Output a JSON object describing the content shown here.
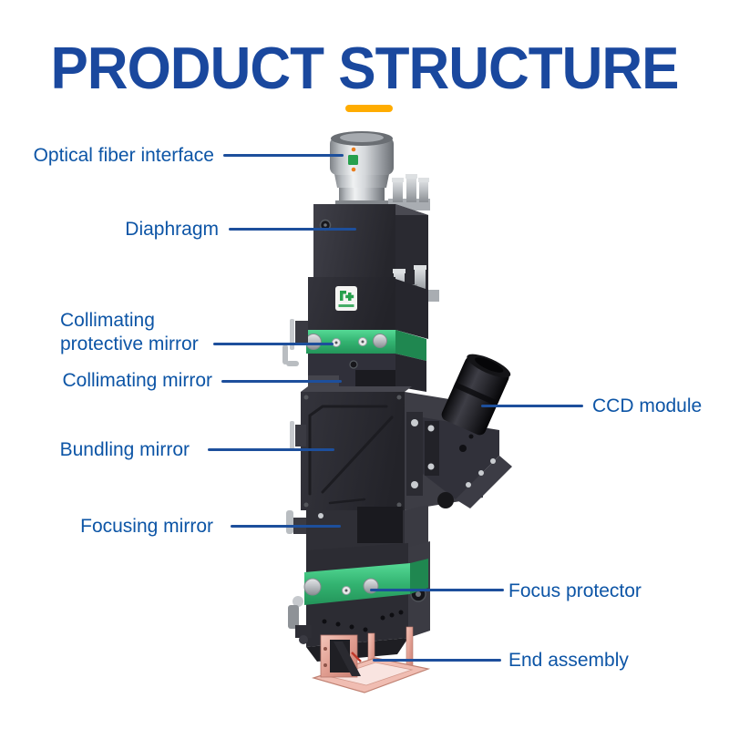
{
  "header": {
    "title": "PRODUCT STRUCTURE",
    "title_color": "#1A489E",
    "underline_color": "#FFAC00"
  },
  "labels": [
    {
      "id": "optical-fiber-interface",
      "text": "Optical fiber interface",
      "side": "left"
    },
    {
      "id": "diaphragm",
      "text": "Diaphragm",
      "side": "left"
    },
    {
      "id": "collimating-protective-mirror",
      "text": "Collimating protective mirror",
      "side": "left"
    },
    {
      "id": "collimating-mirror",
      "text": "Collimating mirror",
      "side": "left"
    },
    {
      "id": "bundling-mirror",
      "text": "Bundling mirror",
      "side": "left"
    },
    {
      "id": "focusing-mirror",
      "text": "Focusing mirror",
      "side": "left"
    },
    {
      "id": "ccd-module",
      "text": "CCD module",
      "side": "right"
    },
    {
      "id": "focus-protector",
      "text": "Focus protector",
      "side": "right"
    },
    {
      "id": "end-assembly",
      "text": "End assembly",
      "side": "right"
    }
  ],
  "colors": {
    "label_text": "#0D55A6",
    "leader_line": "#1D4F9C",
    "device_dark_body": "#2E2E35",
    "device_green_band": "#33B371",
    "device_copper": "#E09D90",
    "logo_green": "#27A04D",
    "indicator_orange": "#E97E1F"
  }
}
